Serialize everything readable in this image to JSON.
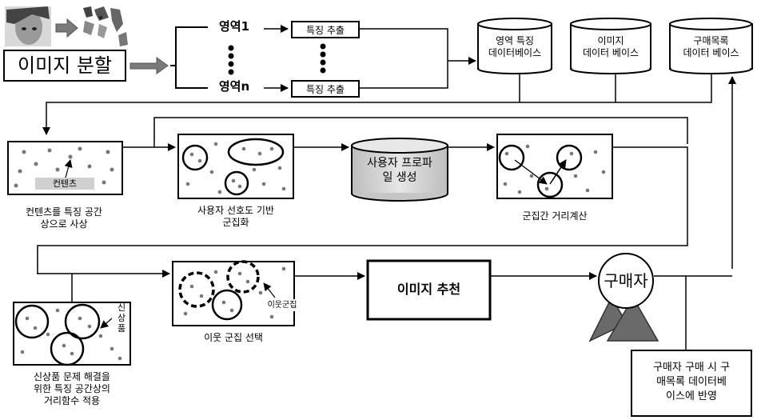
{
  "top": {
    "split_label": "이미지 분할",
    "region1": "영역1",
    "regionN": "영역n",
    "feature_extract_1": "특징 추출",
    "feature_extract_2": "특징 추출",
    "db_region_features": "영역 특징\n데이터베이스",
    "db_image": "이미지\n데이터 베이스",
    "db_purchase_list": "구매목록\n데이터 베이스"
  },
  "middle": {
    "content_tag": "컨텐츠",
    "caption_mapping": "컨텐츠를 특징 공간\n상으로 사상",
    "caption_clustering": "사용자 선호도 기반\n군집화",
    "user_profile": "사용자 프로파\n일 생성",
    "caption_distance": "군집간 거리계산"
  },
  "bottom": {
    "new_product_tag": "신\n상\n품",
    "caption_new_product": "신상품 문제 해결을\n위한 특징 공간상의\n거리함수 적용",
    "neighbor_tag": "이웃군집",
    "caption_neighbor": "이웃 군집 선택",
    "recommend": "이미지 추천",
    "buyer": "구매자",
    "reflect": "구매자 구매 시 구\n매목록 데이터베\n이스에 반영"
  }
}
